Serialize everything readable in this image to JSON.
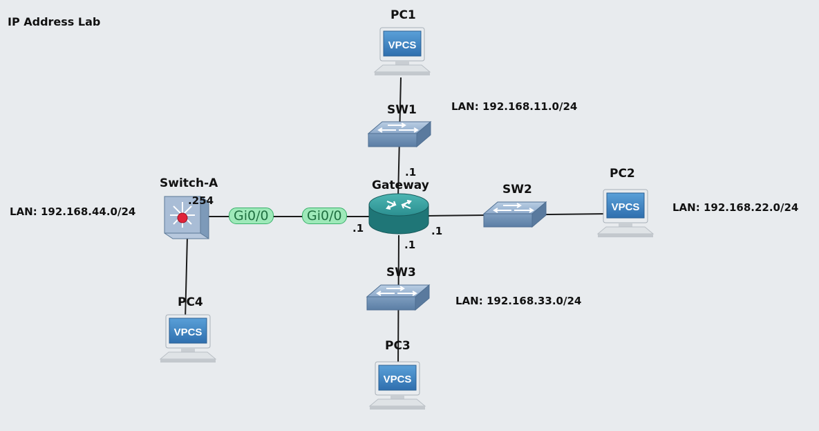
{
  "title": "IP Address Lab",
  "nodes": {
    "pc1": {
      "label": "PC1",
      "badge": "VPCS"
    },
    "pc2": {
      "label": "PC2",
      "badge": "VPCS"
    },
    "pc3": {
      "label": "PC3",
      "badge": "VPCS"
    },
    "pc4": {
      "label": "PC4",
      "badge": "VPCS"
    },
    "sw1": {
      "label": "SW1"
    },
    "sw2": {
      "label": "SW2"
    },
    "sw3": {
      "label": "SW3"
    },
    "gateway": {
      "label": "Gateway"
    },
    "switch_a": {
      "label": "Switch-A"
    }
  },
  "lans": {
    "lan11": "LAN: 192.168.11.0/24",
    "lan22": "LAN: 192.168.22.0/24",
    "lan33": "LAN: 192.168.33.0/24",
    "lan44": "LAN: 192.168.44.0/24"
  },
  "ips": {
    "gw_top": ".1",
    "gw_right": ".1",
    "gw_bottom": ".1",
    "gw_left": ".1",
    "switch_a": ".254"
  },
  "ports": {
    "switch_a_port": "Gi0/0",
    "gateway_port": "Gi0/0"
  },
  "colors": {
    "background": "#e8ebee",
    "router": "#2a8a8c",
    "switch": "#6d8fb3",
    "port_badge": "#9ee9b9"
  }
}
